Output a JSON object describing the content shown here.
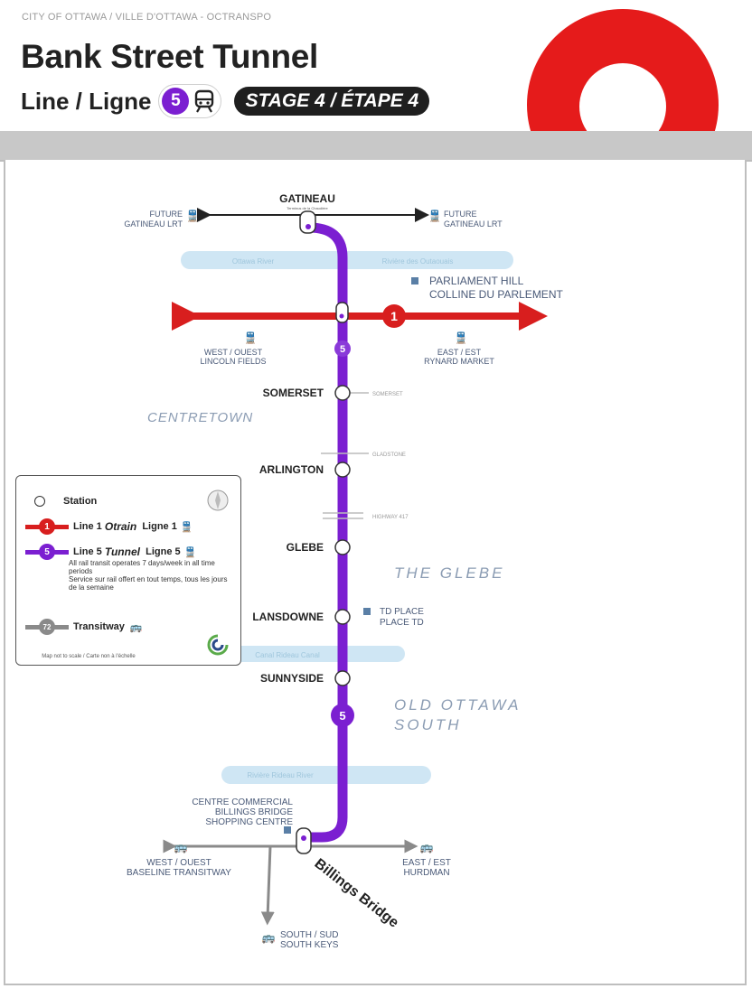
{
  "header": {
    "agency": "CITY OF OTTAWA / VILLE D'OTTAWA - OCTRANSPO",
    "title": "Bank Street Tunnel",
    "line_label": "Line / Ligne",
    "line_number": "5",
    "stage": "STAGE 4 / ÉTAPE 4",
    "colors": {
      "line1": "#d81e1e",
      "line5": "#7b1fd1",
      "transitway": "#8a8a8a",
      "logo": "#e51b1b"
    }
  },
  "map": {
    "top_station": "GATINEAU",
    "top_station_sub": "Terminus de la Chaudière",
    "future_left": [
      "FUTURE",
      "GATINEAU LRT"
    ],
    "future_right": [
      "FUTURE",
      "GATINEAU LRT"
    ],
    "river_ottawa": "Ottawa River",
    "river_outaouais": "Rivière des Outaouais",
    "parliament": [
      "PARLIAMENT HILL",
      "COLLINE DU PARLEMENT"
    ],
    "line1_number": "1",
    "line1_west": [
      "WEST / OUEST",
      "LINCOLN FIELDS"
    ],
    "line1_east": [
      "EAST / EST",
      "RYNARD MARKET"
    ],
    "line5_badge": "5",
    "stations": [
      {
        "name": "SOMERSET",
        "street": "SOMERSET"
      },
      {
        "name": "ARLINGTON",
        "street": ""
      },
      {
        "name": "GLEBE",
        "street": ""
      },
      {
        "name": "LANSDOWNE",
        "street": ""
      },
      {
        "name": "SUNNYSIDE",
        "street": ""
      }
    ],
    "gladstone": "GLADSTONE",
    "highway": "HIGHWAY 417",
    "neighbourhoods": {
      "centretown": "CENTRETOWN",
      "glebe": "THE GLEBE",
      "oos1": "OLD OTTAWA",
      "oos2": "SOUTH"
    },
    "td_place": [
      "TD PLACE",
      "PLACE TD"
    ],
    "canal": "Canal Rideau Canal",
    "rideau_river": "Rivière Rideau River",
    "billings_centre": [
      "CENTRE COMMERCIAL",
      "BILLINGS BRIDGE",
      "SHOPPING CENTRE"
    ],
    "terminal": "Billings Bridge",
    "baseline": [
      "WEST / OUEST",
      "BASELINE TRANSITWAY"
    ],
    "hurdman": [
      "EAST / EST",
      "HURDMAN"
    ],
    "south_keys": [
      "SOUTH / SUD",
      "SOUTH KEYS"
    ]
  },
  "legend": {
    "station": "Station",
    "line1": "Line 1",
    "line1_brand": "Otrain",
    "line1_fr": "Ligne 1",
    "line1_num": "1",
    "line5": "Line 5",
    "line5_brand": "Tunnel",
    "line5_fr": "Ligne 5",
    "line5_num": "5",
    "desc_en": "All rail transit operates 7 days/week in all time periods",
    "desc_fr": "Service sur rail offert en tout temps, tous les jours de la semaine",
    "transitway": "Transitway",
    "transitway_num": "72",
    "scale": "Map not to scale / Carte non à l'échelle"
  }
}
